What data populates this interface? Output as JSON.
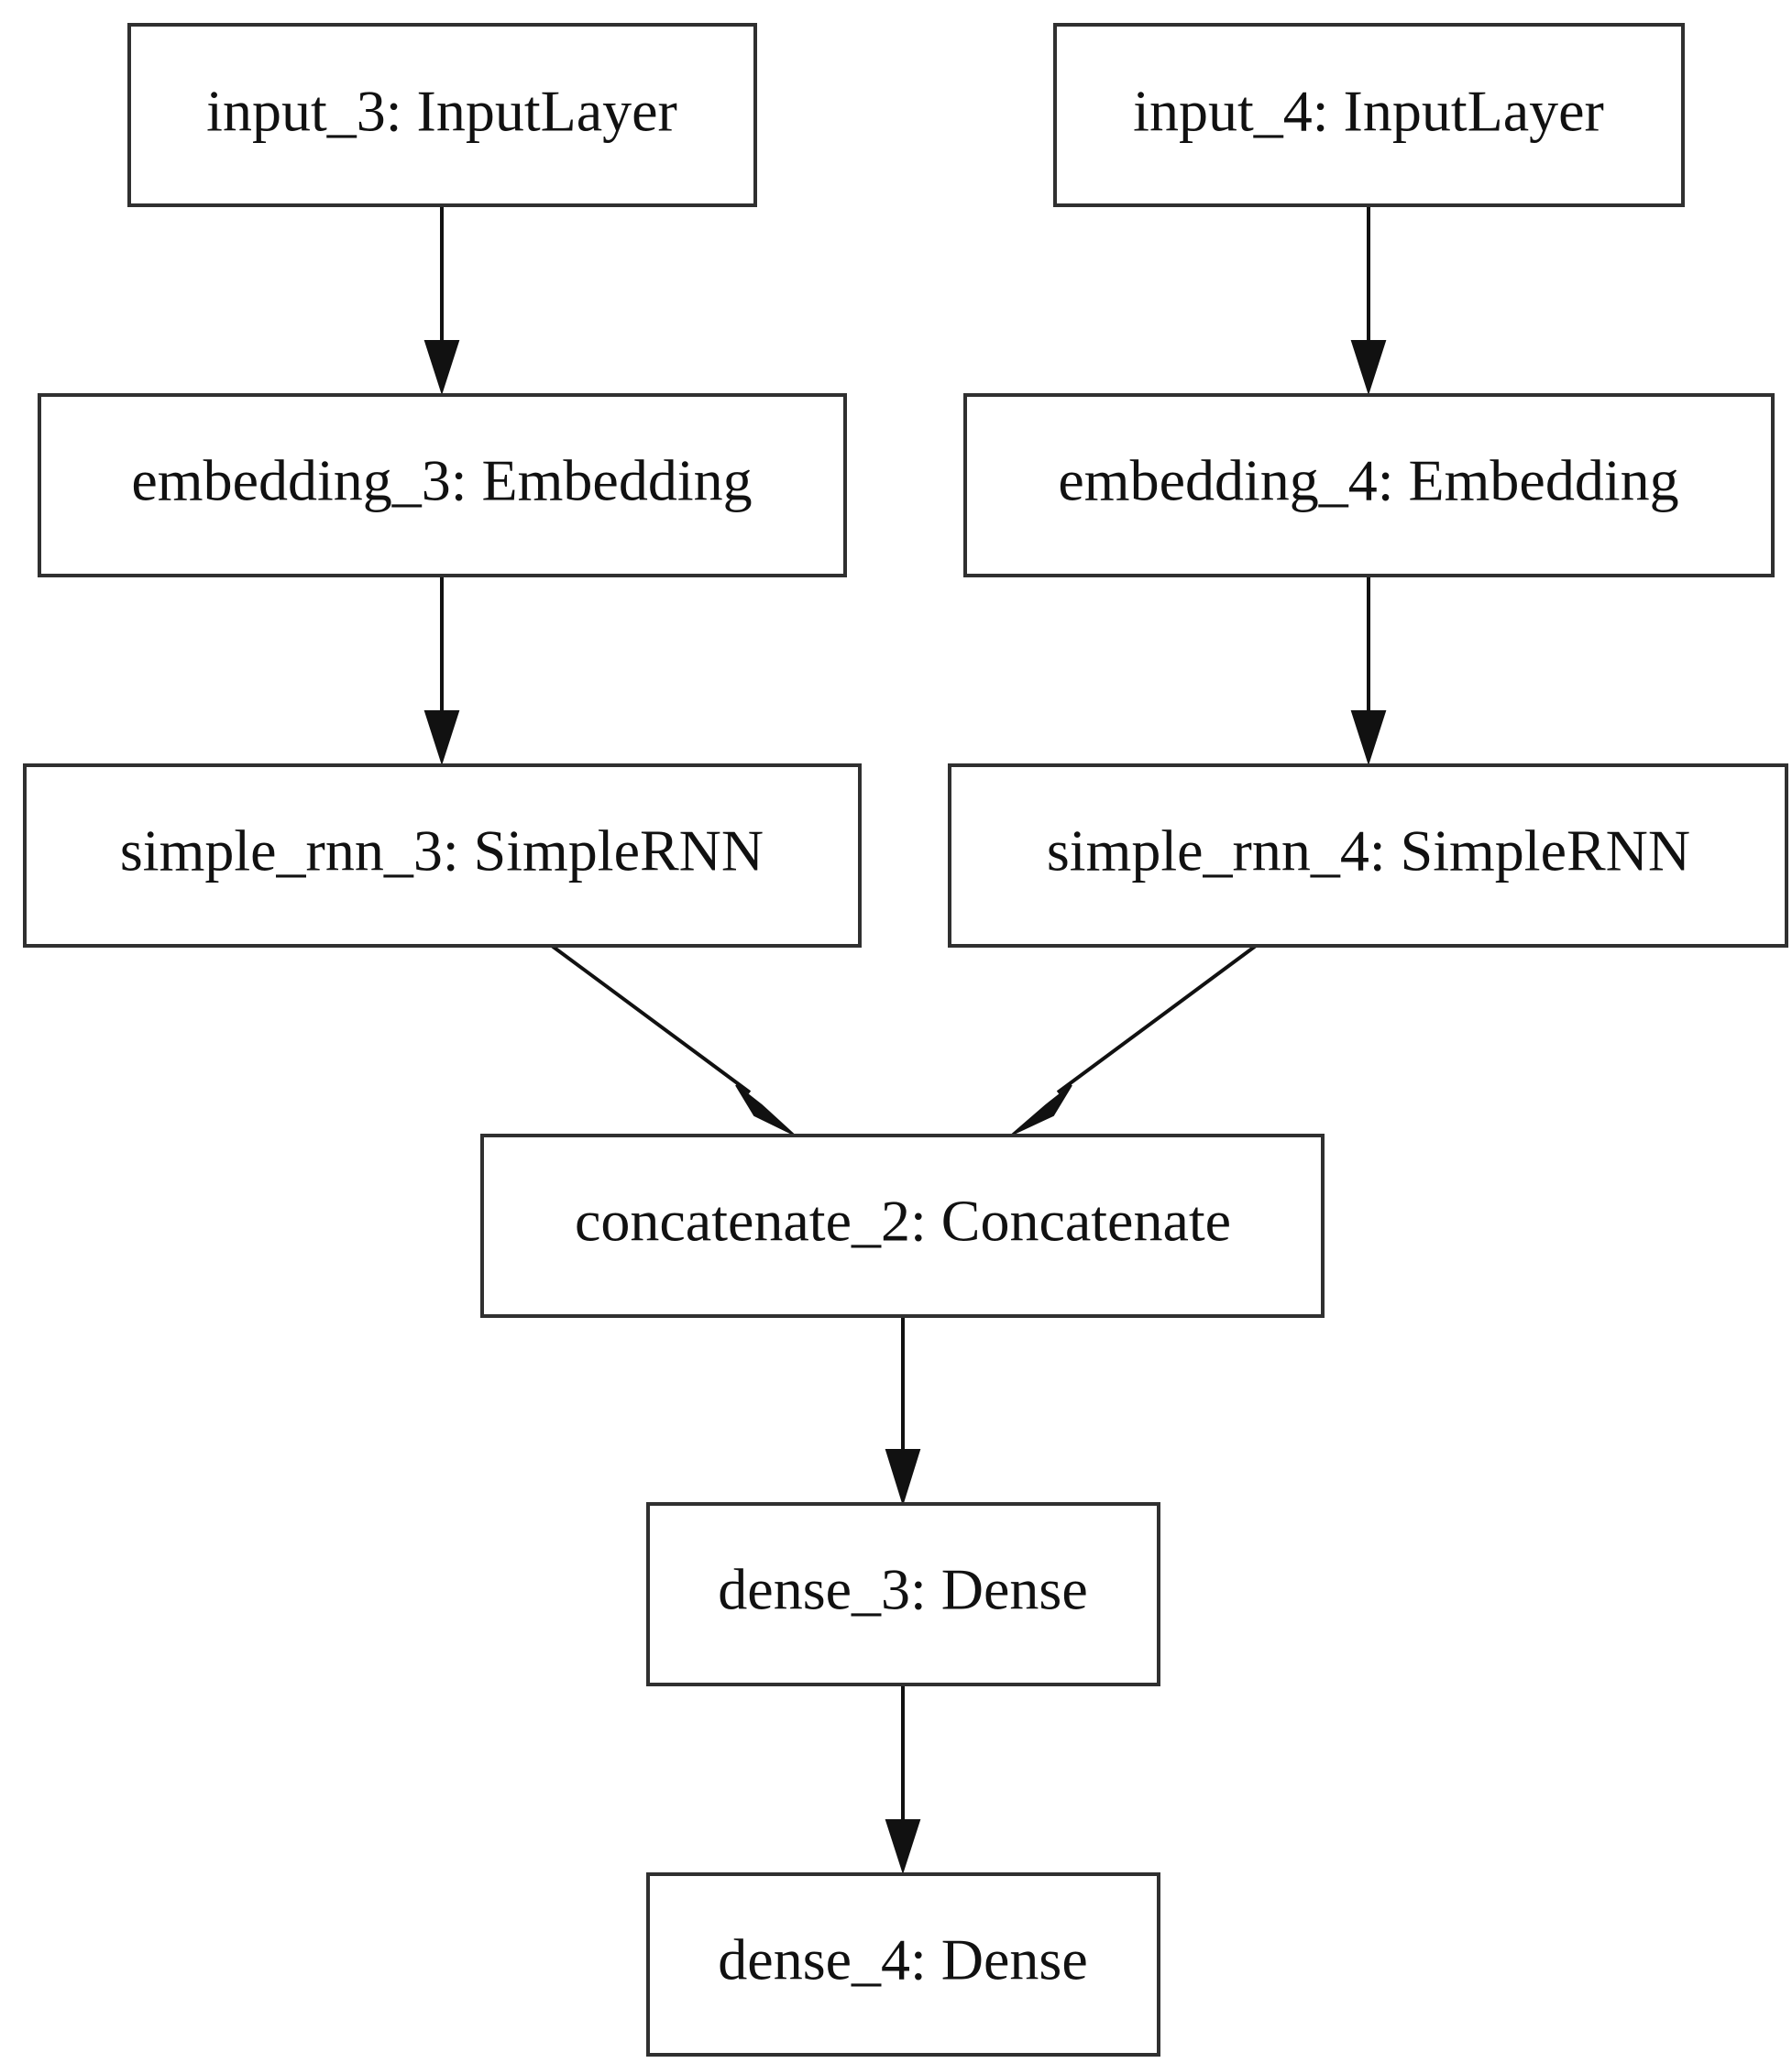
{
  "nodes": [
    {
      "id": "input_3",
      "label": "input_3: InputLayer"
    },
    {
      "id": "input_4",
      "label": "input_4: InputLayer"
    },
    {
      "id": "embedding_3",
      "label": "embedding_3: Embedding"
    },
    {
      "id": "embedding_4",
      "label": "embedding_4: Embedding"
    },
    {
      "id": "simple_rnn_3",
      "label": "simple_rnn_3: SimpleRNN"
    },
    {
      "id": "simple_rnn_4",
      "label": "simple_rnn_4: SimpleRNN"
    },
    {
      "id": "concatenate_2",
      "label": "concatenate_2: Concatenate"
    },
    {
      "id": "dense_3",
      "label": "dense_3: Dense"
    },
    {
      "id": "dense_4",
      "label": "dense_4: Dense"
    }
  ],
  "edges": [
    {
      "from": "input_3",
      "to": "embedding_3"
    },
    {
      "from": "input_4",
      "to": "embedding_4"
    },
    {
      "from": "embedding_3",
      "to": "simple_rnn_3"
    },
    {
      "from": "embedding_4",
      "to": "simple_rnn_4"
    },
    {
      "from": "simple_rnn_3",
      "to": "concatenate_2"
    },
    {
      "from": "simple_rnn_4",
      "to": "concatenate_2"
    },
    {
      "from": "concatenate_2",
      "to": "dense_3"
    },
    {
      "from": "dense_3",
      "to": "dense_4"
    }
  ],
  "colors": {
    "background": "#ffffff",
    "box_border": "#303030",
    "text": "#111111",
    "edge": "#111111"
  }
}
